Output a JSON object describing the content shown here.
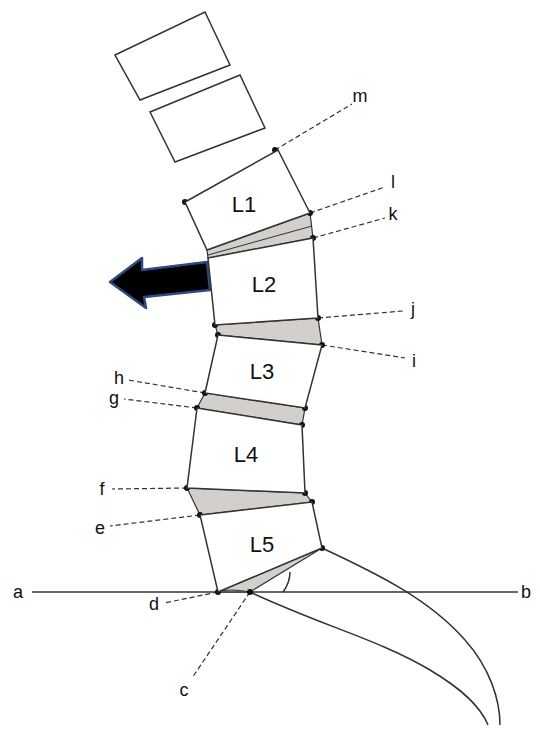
{
  "diagram": {
    "nodes": [
      {
        "text": [
          "L1"
        ]
      },
      {
        "text": [
          "L2"
        ]
      },
      {
        "text": [
          "L3"
        ]
      },
      {
        "text": [
          "L4"
        ]
      },
      {
        "text": [
          "L5"
        ]
      }
    ],
    "labels": [
      "m",
      "l",
      "k",
      "j",
      "i",
      "h",
      "g",
      "f",
      "e",
      "d",
      "a",
      "b",
      "c"
    ]
  }
}
